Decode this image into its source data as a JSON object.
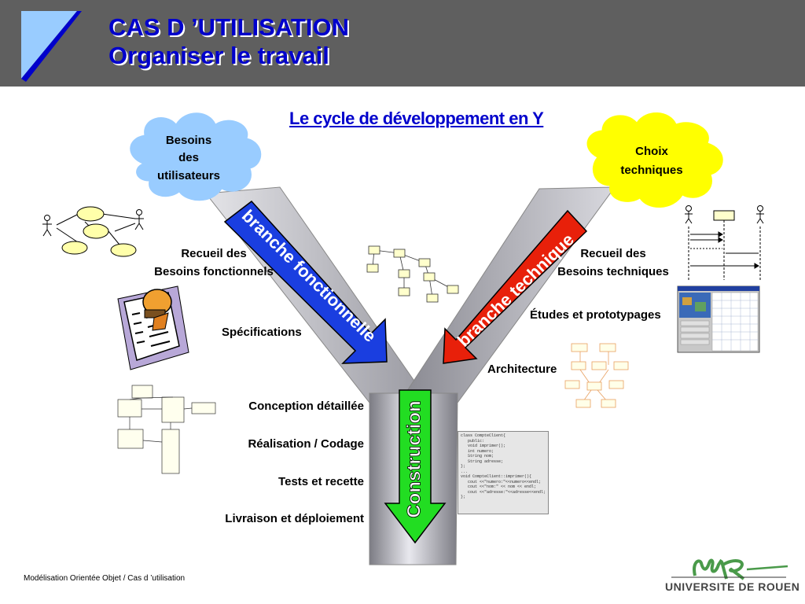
{
  "header": {
    "title_line1": "CAS D ’UTILISATION",
    "title_line2": "Organiser le travail"
  },
  "diagram_title": "Le cycle de développement en Y",
  "clouds": {
    "left": {
      "line1": "Besoins",
      "line2": "des",
      "line3": "utilisateurs"
    },
    "right": {
      "line1": "Choix",
      "line2": "techniques"
    }
  },
  "arrows": {
    "functional": "branche fonctionnelle",
    "technical": "branche technique",
    "construction": "Construction"
  },
  "left_labels": {
    "needs_line1": "Recueil des",
    "needs_line2": "Besoins fonctionnels",
    "specs": "Spécifications"
  },
  "right_labels": {
    "needs_line1": "Recueil des",
    "needs_line2": "Besoins techniques",
    "studies": "Études et prototypages",
    "architecture": "Architecture"
  },
  "construction_steps": [
    "Conception détaillée",
    "Réalisation / Codage",
    "Tests et recette",
    "Livraison et déploiement"
  ],
  "code_lines": [
    "class CompteClient{",
    "   public:",
    "   void imprimer();",
    "   int numero;",
    "   String nom;",
    "   String adresse;",
    "};",
    "...",
    "void CompteClient::imprimer(){",
    "   cout <<\"numero:\"<<numero<<endl;",
    "   cout <<\"nom:\" << nom << endl;",
    "   cout <<\"adresse:\"<<adresse<<endl;",
    "};"
  ],
  "footer": {
    "text": "Modélisation Orientée Objet / Cas d ’utilisation",
    "university": "UNIVERSITE DE ROUEN"
  },
  "colors": {
    "header_bg": "#5f5f5f",
    "title_blue": "#0000cc",
    "functional_arrow": "#1a3ee0",
    "technical_arrow": "#e8200a",
    "construction_arrow": "#22dd22",
    "cloud_left": "#99ccff",
    "cloud_right": "#ffff00"
  }
}
